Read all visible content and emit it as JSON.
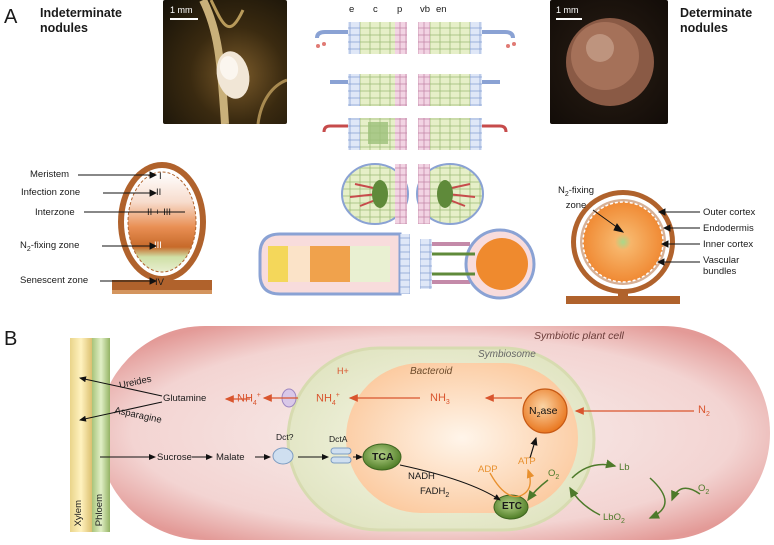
{
  "panel_a": {
    "letter": "A",
    "left_title": "Indeterminate\nnodules",
    "right_title": "Determinate\nnodules",
    "scale_left": "1 mm",
    "scale_right": "1 mm",
    "tissue_letters": [
      "e",
      "c",
      "p",
      "vb",
      "en"
    ],
    "indeterminate_zones": [
      "Meristem",
      "Infection zone",
      "Interzone",
      "N",
      "2",
      "-fixing zone",
      "Senescent zone"
    ],
    "zone_numerals": [
      "I",
      "II",
      "II + III",
      "III",
      "IV"
    ],
    "determinate_inner_label": [
      "N",
      "2",
      "-fixing",
      "zone"
    ],
    "determinate_labels": [
      "Outer cortex",
      "Endodermis",
      "Inner cortex",
      "Vascular",
      "bundles"
    ]
  },
  "panel_b": {
    "letter": "B",
    "plant_cell_title": "Symbiotic plant cell",
    "symbiosome_title": "Symbiosome",
    "bacteroid_title": "Bacteroid",
    "h_plus": "H+",
    "xylem": "Xylem",
    "phloem": "Phloem",
    "ureides": "Ureides",
    "glutamine": "Glutamine",
    "asparagine": "Asparagine",
    "nh4_outer": [
      "NH",
      "4",
      "+"
    ],
    "nh4_inner": [
      "NH",
      "4",
      "+"
    ],
    "nh3": [
      "NH",
      "3"
    ],
    "n2ase": [
      "N",
      "2",
      "ase"
    ],
    "n2": [
      "N",
      "2"
    ],
    "sucrose": "Sucrose",
    "malate": "Malate",
    "dct_q": "Dct?",
    "dcta": "DctA",
    "tca": "TCA",
    "nadh": "NADH",
    "fadh2": [
      "FADH",
      "2"
    ],
    "adp": "ADP",
    "atp": "ATP",
    "etc": "ETC",
    "o2_left": [
      "O",
      "2"
    ],
    "o2_right": [
      "O",
      "2"
    ],
    "lb": "Lb",
    "lbo2": [
      "LbO",
      "2"
    ]
  },
  "colors": {
    "red_arrow": "#d9552e",
    "orange_atp": "#e8902e",
    "green_lb": "#4d7a2a",
    "cell_pink": "#e7a3a0",
    "symbiosome": "#eef0d8",
    "bacteroid": "#fde3c6"
  }
}
